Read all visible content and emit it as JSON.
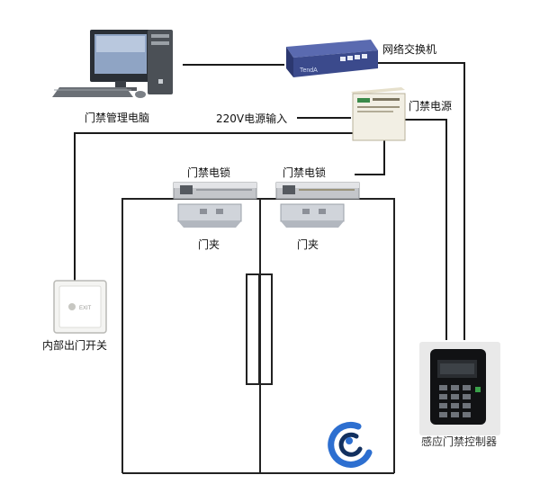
{
  "labels": {
    "switch": "网络交换机",
    "computer": "门禁管理电脑",
    "power_input": "220V电源输入",
    "power_supply": "门禁电源",
    "lock_left": "门禁电锁",
    "lock_right": "门禁电锁",
    "clamp_left": "门夹",
    "clamp_right": "门夹",
    "exit_switch": "内部出门开关",
    "controller": "感应门禁控制器"
  },
  "colors": {
    "wire": "#1a1a1a",
    "door_line": "#222222",
    "switch_body": "#3b4a8c",
    "logo_blue": "#2d6fd0",
    "logo_dark": "#12305f"
  },
  "icons": {
    "computer": "desktop-computer-icon",
    "switch": "network-switch-icon",
    "power": "power-supply-box-icon",
    "lock": "electromagnetic-lock-icon",
    "clamp": "door-clamp-bracket-icon",
    "exit": "exit-button-icon",
    "reader": "card-reader-keypad-icon",
    "logo": "company-logo-icon"
  }
}
